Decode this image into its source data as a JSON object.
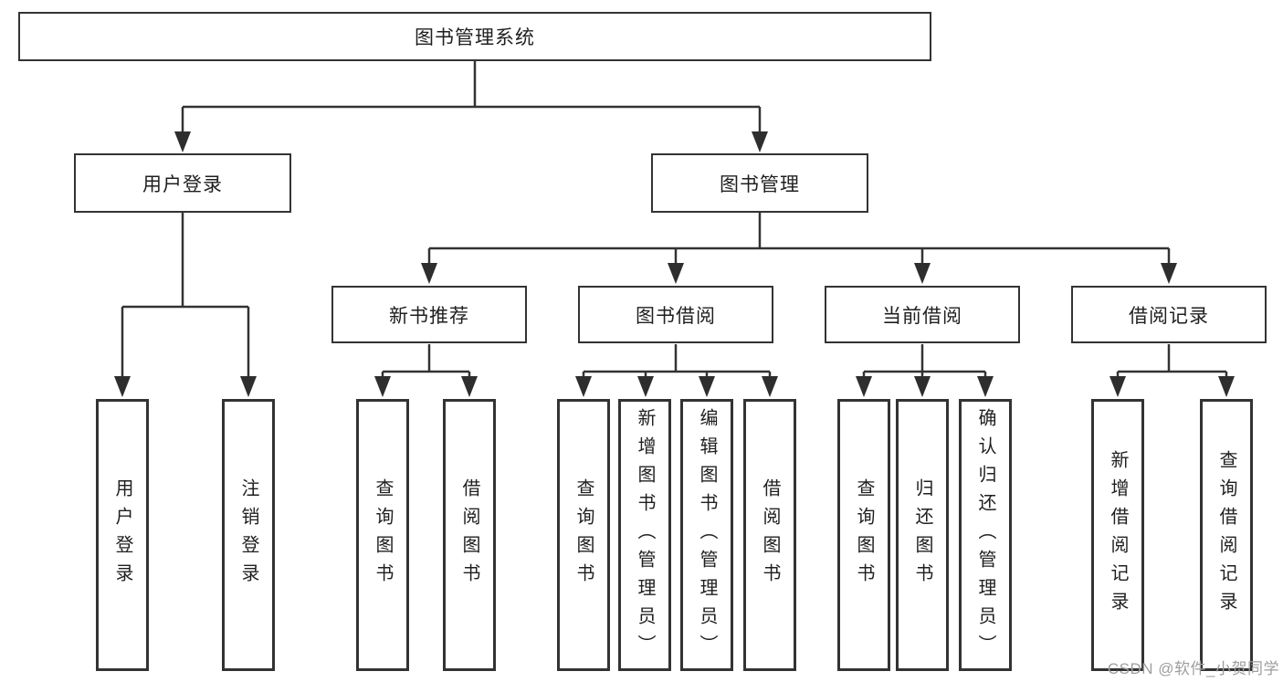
{
  "tree": {
    "root": "图书管理系统",
    "level2": [
      {
        "label": "用户登录"
      },
      {
        "label": "图书管理"
      }
    ],
    "level3": [
      {
        "label": "新书推荐"
      },
      {
        "label": "图书借阅"
      },
      {
        "label": "当前借阅"
      },
      {
        "label": "借阅记录"
      }
    ],
    "leaves": {
      "user": [
        "用户登录",
        "注销登录"
      ],
      "newbook": [
        "查询图书",
        "借阅图书"
      ],
      "borrow": [
        "查询图书",
        "新增图书（管理员）",
        "编辑图书（管理员）",
        "借阅图书"
      ],
      "current": [
        "查询图书",
        "归还图书",
        "确认归还（管理员）"
      ],
      "records": [
        "新增借阅记录",
        "查询借阅记录"
      ]
    }
  },
  "watermark": {
    "text": "CSDN @软件_小贺同学"
  },
  "colors": {
    "line": "#333333",
    "box_border": "#333333",
    "text": "#1f1f1f",
    "watermark": "#9e9e9e",
    "background": "#ffffff"
  }
}
